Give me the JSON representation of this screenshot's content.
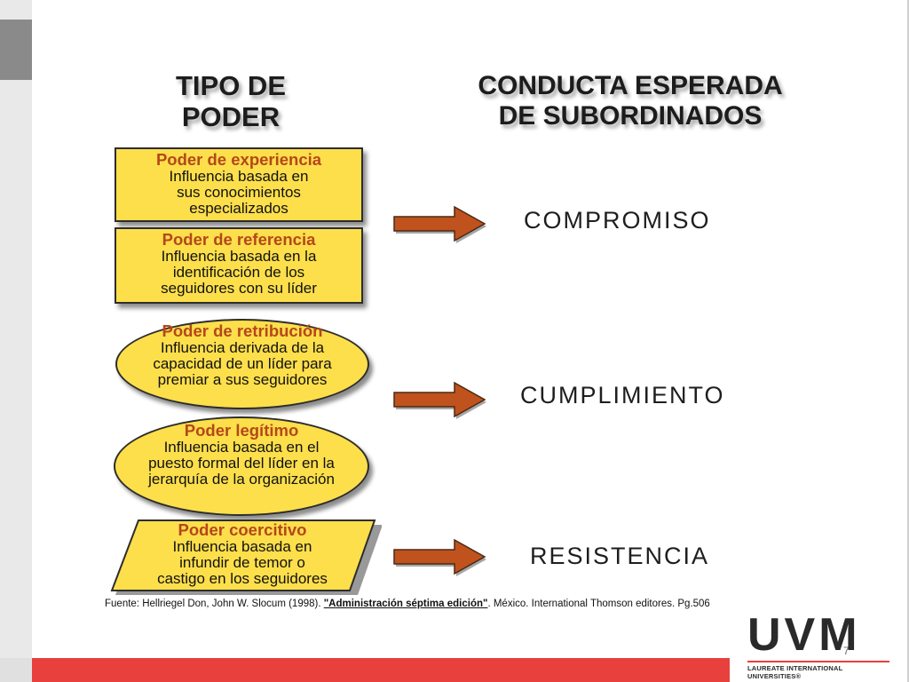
{
  "headings": {
    "left_line1": "TIPO DE",
    "left_line2": "PODER",
    "right_line1": "CONDUCTA ESPERADA",
    "right_line2": "DE SUBORDINADOS"
  },
  "powers": [
    {
      "title": "Poder de experiencia",
      "desc": [
        "Influencia basada en",
        "sus conocimientos",
        "especializados"
      ],
      "shape": "rectangle"
    },
    {
      "title": "Poder de referencia",
      "desc": [
        "Influencia basada en la",
        "identificación de los",
        "seguidores con su líder"
      ],
      "shape": "rectangle"
    },
    {
      "title": "Poder de retribución",
      "desc": [
        "Influencia derivada de la",
        "capacidad de un líder para",
        "premiar a sus seguidores"
      ],
      "shape": "ellipse"
    },
    {
      "title": "Poder legítimo",
      "desc": [
        "Influencia basada en el",
        "puesto formal del líder en la",
        "jerarquía de la organización"
      ],
      "shape": "ellipse"
    },
    {
      "title": "Poder coercitivo",
      "desc": [
        "Influencia basada en",
        "infundir de temor o",
        "castigo en los seguidores"
      ],
      "shape": "parallelogram"
    }
  ],
  "results": [
    "COMPROMISO",
    "CUMPLIMIENTO",
    "RESISTENCIA"
  ],
  "source": {
    "prefix": "Fuente: Hellriegel Don, John W. Slocum (1998). ",
    "book": "\"Administración séptima edición\"",
    "suffix": ". México. International Thomson editores. Pg.506"
  },
  "page_number": "7",
  "logo": {
    "mark": "UVM",
    "tagline": "LAUREATE INTERNATIONAL UNIVERSITIES®"
  },
  "colors": {
    "box_fill": "#fddf4b",
    "title_text": "#b5471b",
    "arrow_fill": "#c0521d",
    "bar": "#e8403c"
  }
}
